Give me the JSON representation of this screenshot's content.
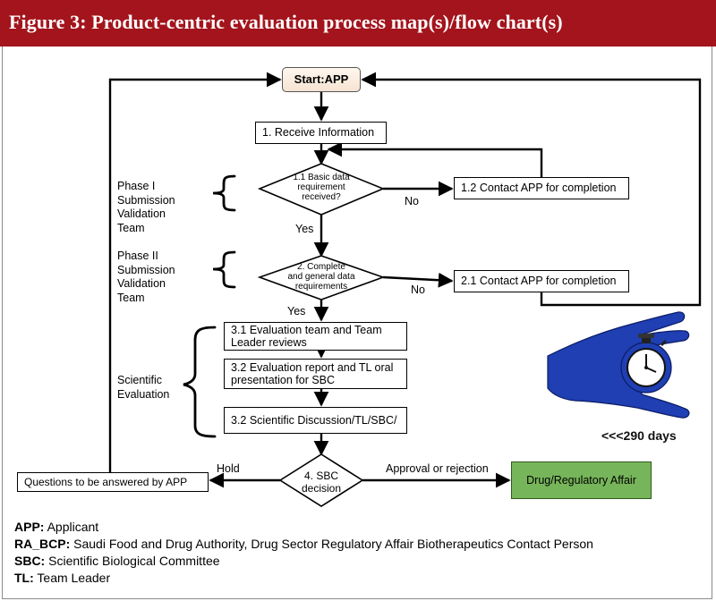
{
  "header": {
    "title": "Figure 3: Product-centric evaluation process map(s)/flow chart(s)"
  },
  "flow": {
    "start": "Start:APP",
    "step1": "1. Receive Information",
    "decision1": [
      "1.1 Basic data",
      "requirement",
      "received?"
    ],
    "step12": "1.2 Contact APP for completion",
    "decision2": [
      "2. Complete",
      "and general data",
      "requirements"
    ],
    "step21": "2.1 Contact APP for completion",
    "step31": [
      "3.1 Evaluation team and Team",
      "Leader reviews"
    ],
    "step32": [
      "3.2 Evaluation report and TL oral",
      "presentation for SBC"
    ],
    "step33": "3.2 Scientific Discussion/TL/SBC/",
    "decision4": [
      "4. SBC",
      "decision"
    ],
    "questions": "Questions to be answered by APP",
    "drug": "Drug/Regulatory Affair",
    "labels": {
      "no1": "No",
      "yes1": "Yes",
      "no2": "No",
      "yes2": "Yes",
      "hold": "Hold",
      "approval": "Approval or rejection"
    }
  },
  "phases": {
    "phase1": [
      "Phase I",
      "Submission",
      "Validation",
      "Team"
    ],
    "phase2": [
      "Phase II",
      "Submission",
      "Validation",
      "Team"
    ],
    "scientific": [
      "Scientific",
      "Evaluation"
    ]
  },
  "timer": {
    "label": "<<<290 days",
    "icon": "stopwatch-in-hand-icon",
    "hand_color": "#1f3fb3"
  },
  "legend": [
    {
      "abbr": "APP:",
      "text": " Applicant"
    },
    {
      "abbr": "RA_BCP:",
      "text": " Saudi Food and Drug Authority, Drug Sector Regulatory Affair Biotherapeutics Contact Person"
    },
    {
      "abbr": "SBC:",
      "text": " Scientific Biological Committee"
    },
    {
      "abbr": "TL:",
      "text": " Team Leader"
    }
  ],
  "colors": {
    "header": "#a3141c",
    "drug_box": "#77b55a",
    "start_box": "#f6e3d2"
  }
}
